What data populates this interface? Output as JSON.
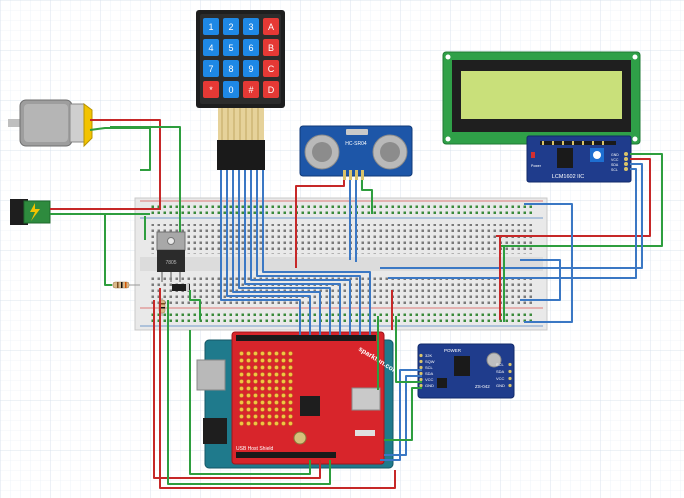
{
  "keypad": {
    "keys": [
      [
        "1",
        "2",
        "3",
        "A"
      ],
      [
        "4",
        "5",
        "6",
        "B"
      ],
      [
        "7",
        "8",
        "9",
        "C"
      ],
      [
        "*",
        "0",
        "#",
        "D"
      ]
    ]
  },
  "ultrasonic": {
    "label": "HC-SR04"
  },
  "lcd": {
    "label": "LCM1602 IIC",
    "pins": [
      "GND",
      "VCC",
      "SDA",
      "SCL"
    ],
    "power_label": "Power"
  },
  "rtc": {
    "power_label": "POWER",
    "left_pins": [
      "32K",
      "SQW",
      "SCL",
      "SDA",
      "VCC",
      "GND"
    ],
    "right_pins": [
      "SCL",
      "SDA",
      "VCC",
      "GND"
    ],
    "chip_label": "ZS-042"
  },
  "shield": {
    "brand": "sparkfun.com",
    "bottom_label": "USB Host Shield"
  },
  "regulator": {
    "label": "7805"
  },
  "colors": {
    "wire_red": "#c62828",
    "wire_green": "#2e9e3e",
    "wire_blue": "#3b78c4",
    "breadboard": "#e9e9e9",
    "shield_red": "#d8252b",
    "lcd_screen": "#c9e07a",
    "module_blue": "#1f3c8c"
  }
}
